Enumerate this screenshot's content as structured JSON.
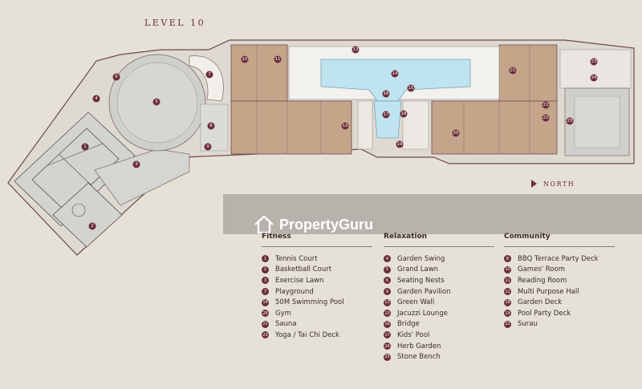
{
  "level_title": "LEVEL 10",
  "north_label": "NORTH",
  "watermark": "PropertyGuru",
  "colors": {
    "accent": "#6b2d3a",
    "building": "#c4a58a",
    "pool": "#bfe3ef",
    "ground": "#e6e1d7"
  },
  "legend": {
    "fitness": {
      "title": "Fitness",
      "items": [
        {
          "num": "1",
          "label": "Tennis Court"
        },
        {
          "num": "2",
          "label": "Basketball Court"
        },
        {
          "num": "3",
          "label": "Exercise Lawn"
        },
        {
          "num": "7",
          "label": "Playground"
        },
        {
          "num": "14",
          "label": "50M Swimming Pool"
        },
        {
          "num": "20",
          "label": "Gym"
        },
        {
          "num": "21",
          "label": "Sauna"
        },
        {
          "num": "23",
          "label": "Yoga / Tai Chi Deck"
        }
      ]
    },
    "relaxation": {
      "title": "Relaxation",
      "items": [
        {
          "num": "4",
          "label": "Garden Swing"
        },
        {
          "num": "5",
          "label": "Grand Lawn"
        },
        {
          "num": "6",
          "label": "Seating Nests"
        },
        {
          "num": "9",
          "label": "Garden Pavilion"
        },
        {
          "num": "13",
          "label": "Green Wall"
        },
        {
          "num": "15",
          "label": "Jacuzzi Lounge"
        },
        {
          "num": "16",
          "label": "Bridge"
        },
        {
          "num": "17",
          "label": "Kids' Pool"
        },
        {
          "num": "24",
          "label": "Herb Garden"
        },
        {
          "num": "25",
          "label": "Stone Bench"
        }
      ]
    },
    "community": {
      "title": "Community",
      "items": [
        {
          "num": "8",
          "label": "BBQ Terrace Party Deck"
        },
        {
          "num": "10",
          "label": "Games' Room"
        },
        {
          "num": "11",
          "label": "Reading Room"
        },
        {
          "num": "12",
          "label": "Multi Purpose Hall"
        },
        {
          "num": "18",
          "label": "Garden Deck"
        },
        {
          "num": "19",
          "label": "Pool Party Deck"
        },
        {
          "num": "22",
          "label": "Surau"
        }
      ]
    }
  },
  "map_markers": [
    "1",
    "2",
    "3",
    "4",
    "5",
    "6",
    "7",
    "8",
    "9",
    "10",
    "11",
    "12",
    "13",
    "14",
    "15",
    "16",
    "17",
    "18",
    "19",
    "20",
    "21",
    "22",
    "22",
    "23",
    "24",
    "25"
  ]
}
